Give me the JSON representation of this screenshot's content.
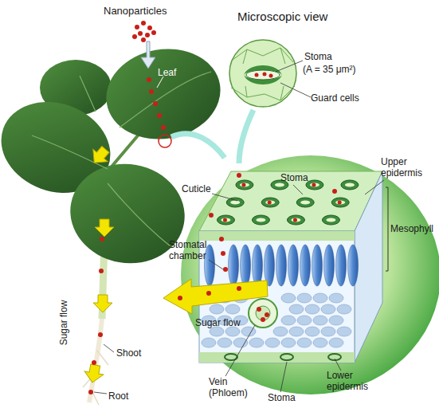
{
  "diagram": {
    "labels": [
      "Nanoparticles",
      "Microscopic view",
      "Leaf",
      "Stoma",
      "(A = 35 μm²)",
      "Guard cells",
      "Cuticle",
      "Stoma",
      "Upper epidermis",
      "Mesophyll",
      "Stomatal chamber",
      "Sugar flow",
      "Sugar flow",
      "Shoot",
      "Vein (Phloem)",
      "Stoma",
      "Lower epidermis",
      "Root"
    ]
  }
}
